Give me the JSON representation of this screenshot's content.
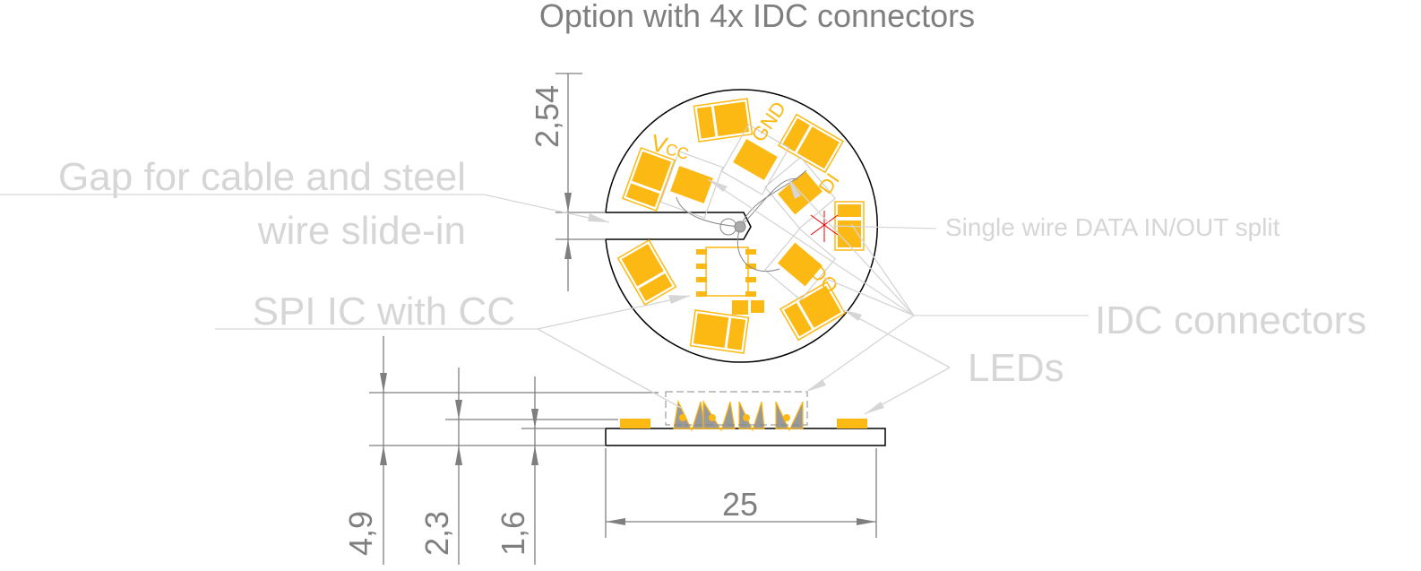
{
  "title": "Option with 4x IDC connectors",
  "callouts": {
    "gap_line1": "Gap for cable and steel",
    "gap_line2": "wire slide-in",
    "spi_ic": "SPI IC with CC",
    "data_split": "Single wire DATA IN/OUT split",
    "idc": "IDC connectors",
    "leds": "LEDs"
  },
  "pin_labels": {
    "vcc_v": "V",
    "vcc_sub": "CC",
    "gnd": "GND",
    "di": "DI",
    "do": "DO"
  },
  "dimensions": {
    "pitch": "2,54",
    "width": "25",
    "height_total": "4,9",
    "height_led": "2,3",
    "height_pcb": "1,6"
  },
  "colors": {
    "pad": "#fdb913",
    "callout": "#d6d6d6",
    "dimension": "#7f7f7f"
  }
}
